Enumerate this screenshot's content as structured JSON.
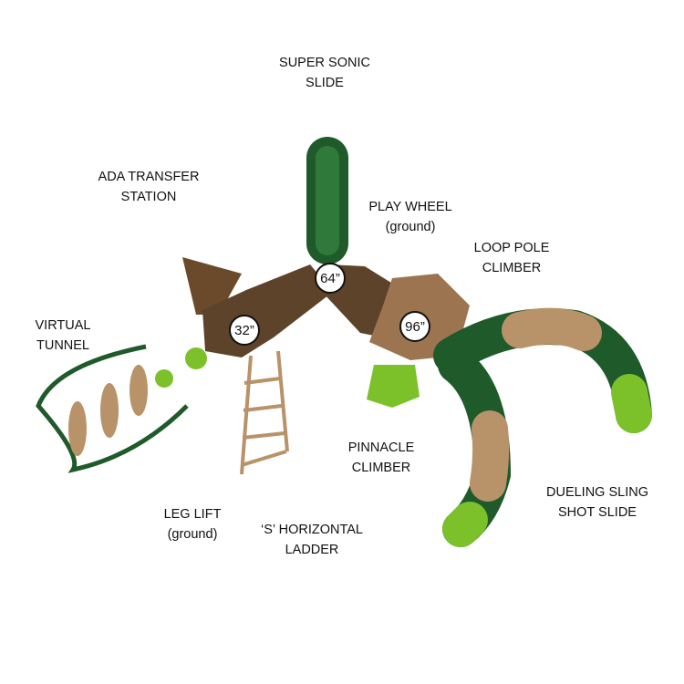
{
  "labels": {
    "super_sonic_slide": [
      "SUPER SONIC",
      "SLIDE"
    ],
    "ada_transfer_station": [
      "ADA TRANSFER",
      "STATION"
    ],
    "play_wheel": [
      "PLAY WHEEL",
      "(ground)"
    ],
    "loop_pole_climber": [
      "LOOP POLE",
      "CLIMBER"
    ],
    "virtual_tunnel": [
      "VIRTUAL",
      "TUNNEL"
    ],
    "pinnacle_climber": [
      "PINNACLE",
      "CLIMBER"
    ],
    "dueling_sling_shot_slide": [
      "DUELING SLING",
      "SHOT SLIDE"
    ],
    "leg_lift": [
      "LEG LIFT",
      "(ground)"
    ],
    "s_horizontal_ladder": [
      "‘S’ HORIZONTAL",
      "LADDER"
    ]
  },
  "heights": {
    "deck_a": "32”",
    "deck_b": "64”",
    "deck_c": "96”"
  },
  "colors": {
    "dark_green": "#1f5a2a",
    "lime": "#7cc02a",
    "tan": "#b89268",
    "deck_brown": "#5c4329"
  }
}
